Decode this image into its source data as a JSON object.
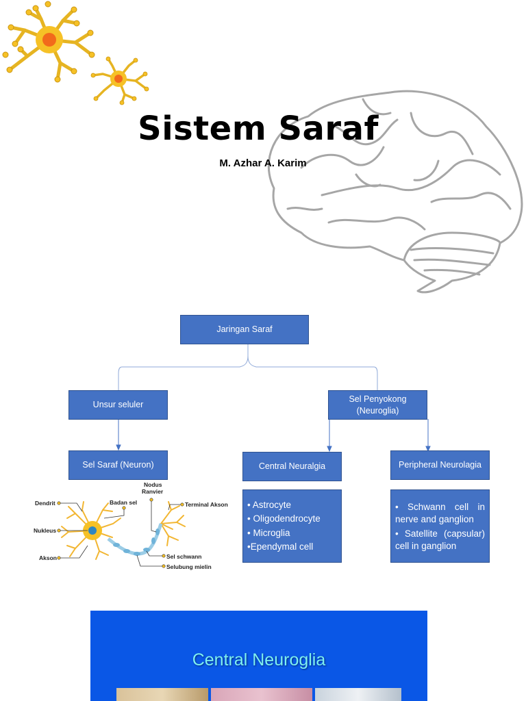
{
  "header": {
    "title": "Sistem Saraf",
    "author": "M. Azhar A. Karim"
  },
  "diagram": {
    "root": "Jaringan Saraf",
    "left_branch": "Unsur seluler",
    "left_child": "Sel Saraf (Neuron)",
    "right_branch_line1": "Sel Penyokong",
    "right_branch_line2": "(Neuroglia)",
    "central": "Central Neuralgia",
    "peripheral": "Peripheral Neurolagia",
    "central_list": [
      "• Astrocyte",
      "• Oligodendrocyte",
      "• Microglia",
      "•Ependymal cell"
    ],
    "peripheral_list": [
      "• Schwann cell in nerve and ganglion",
      "• Satellite (capsular) cell in ganglion"
    ]
  },
  "neuron_labels": {
    "dendrit": "Dendrit",
    "badan_sel": "Badan sel",
    "nodus_line1": "Nodus",
    "nodus_line2": "Ranvier",
    "terminal": "Terminal Akson",
    "nukleus": "Nukleus",
    "akson": "Akson",
    "sel_schwann": "Sel schwann",
    "selubung": "Selubung mielin"
  },
  "bottom_slide": {
    "title": "Central Neuroglia"
  },
  "colors": {
    "box_fill": "#4472c4",
    "neuron_yellow": "#f6c126",
    "neuron_core": "#f26a1b",
    "slide_blue": "#0a57e6"
  }
}
